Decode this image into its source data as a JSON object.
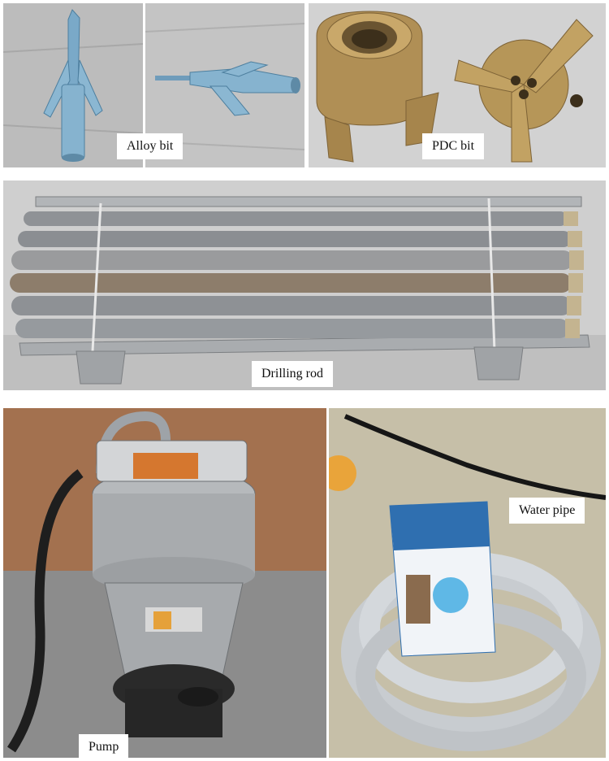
{
  "labels": {
    "alloy_bit": "Alloy bit",
    "pdc_bit": "PDC bit",
    "drilling_rod": "Drilling rod",
    "water_pipe": "Water pipe",
    "pump": "Pump"
  }
}
